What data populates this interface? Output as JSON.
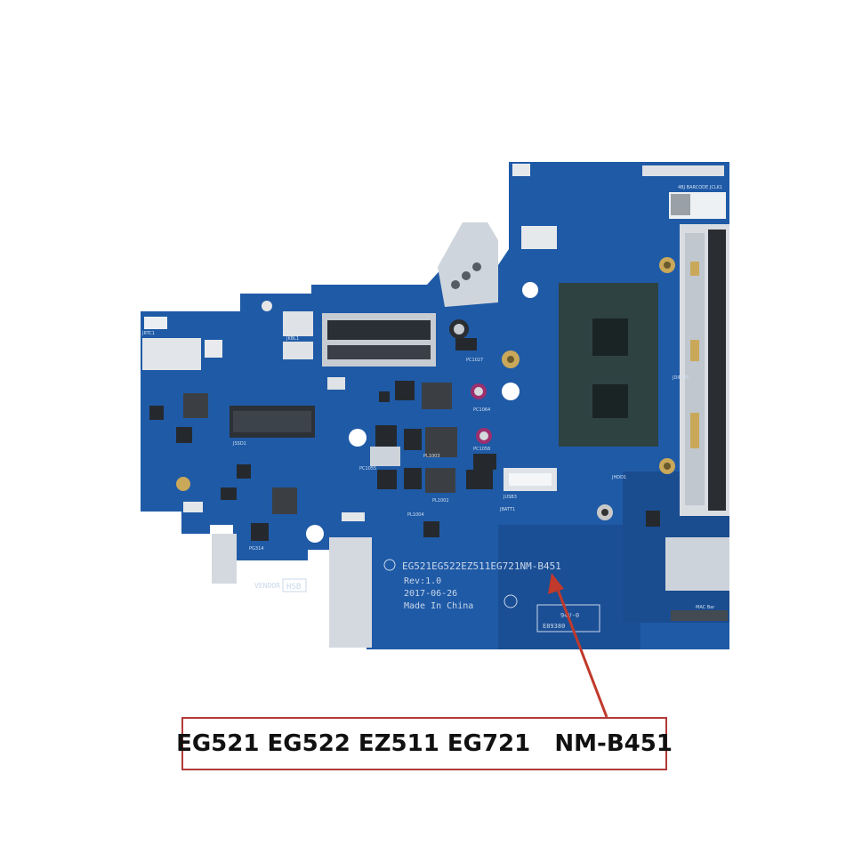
{
  "colors": {
    "pcb": "#1f5aa6",
    "pcb_dark": "#174a8c",
    "chip": "#2b3b3c",
    "silver": "#d8dde3",
    "arrow": "#c0392b",
    "caption_border": "#b23a3a"
  },
  "board": {
    "model_line": "EG521EG522EZ511EG721NM-B451",
    "revision": "Rev:1.0",
    "date": "2017-06-26",
    "origin": "Made In China",
    "vendor_label": "VENDOR",
    "vendor_code": "HSB",
    "ul_mark_1": "94V-0",
    "ul_mark_2": "E89380",
    "label_1": "4BJ BARCODE",
    "label_2": "JCLK1",
    "label_3": "JDIMM1",
    "label_4": "JSSD1",
    "label_5": "JKBL1",
    "label_6": "PC1027",
    "label_7": "PC1064",
    "label_8": "PC1058",
    "label_9": "PL1003",
    "label_10": "PL1002",
    "label_11": "PC1055",
    "label_12": "PL1004",
    "label_13": "PG314",
    "label_14": "JUSB3",
    "label_15": "MAC Bar",
    "label_16": "JRTC1",
    "label_17": "JHDD1",
    "label_18": "JBATT1"
  },
  "caption": {
    "text": "EG521 EG522 EZ511 EG721   NM-B451"
  }
}
